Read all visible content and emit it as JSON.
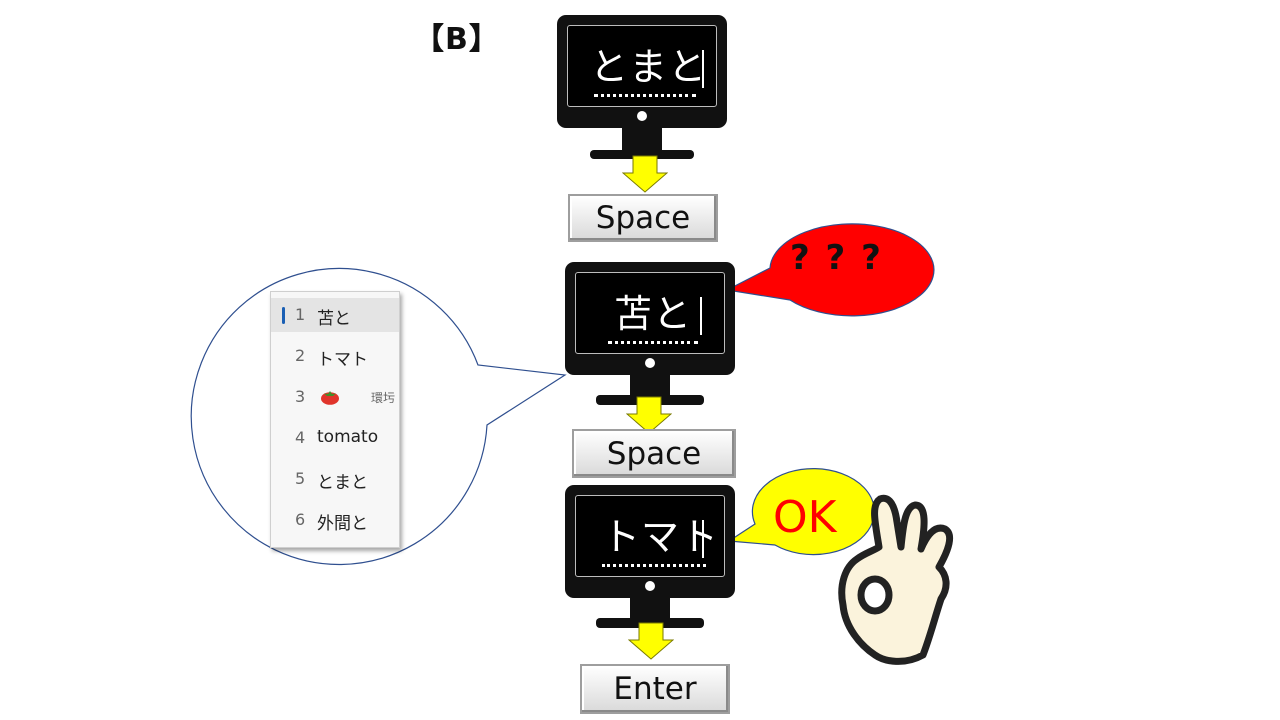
{
  "section_label": "【B】",
  "monitors": [
    {
      "text": "とまと"
    },
    {
      "text": "苫と"
    },
    {
      "text": "トマト"
    }
  ],
  "keys": {
    "space_1": "Space",
    "space_2": "Space",
    "enter": "Enter"
  },
  "bubbles": {
    "question": "? ? ?",
    "ok": "OK"
  },
  "candidates": [
    {
      "num": "1",
      "text": "苫と",
      "selected": true
    },
    {
      "num": "2",
      "text": "トマト"
    },
    {
      "num": "3",
      "text": "",
      "icon": "tomato-icon",
      "annotation": "環圬"
    },
    {
      "num": "4",
      "text": "tomato"
    },
    {
      "num": "5",
      "text": "とまと"
    },
    {
      "num": "6",
      "text": "外間と"
    }
  ],
  "colors": {
    "arrow_fill": "#ffff00",
    "question_bubble": "#ff0000",
    "ok_bubble": "#ffff00",
    "ok_text": "#ff0000",
    "candidate_accent": "#1a5fb4",
    "hand_fill": "#fbf3dc"
  },
  "icons": [
    "ok-hand-icon",
    "tomato-icon"
  ]
}
